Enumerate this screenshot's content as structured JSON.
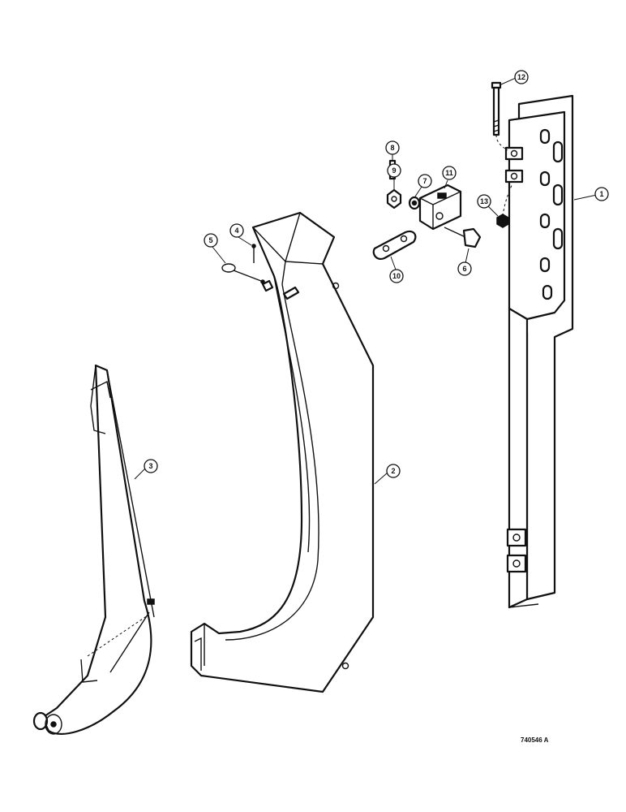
{
  "diagram": {
    "callouts": [
      {
        "id": "1",
        "label": "1"
      },
      {
        "id": "2",
        "label": "2"
      },
      {
        "id": "3",
        "label": "3"
      },
      {
        "id": "4",
        "label": "4"
      },
      {
        "id": "5",
        "label": "5"
      },
      {
        "id": "6",
        "label": "6"
      },
      {
        "id": "7",
        "label": "7"
      },
      {
        "id": "8",
        "label": "8"
      },
      {
        "id": "9",
        "label": "9"
      },
      {
        "id": "10",
        "label": "10"
      },
      {
        "id": "11",
        "label": "11"
      },
      {
        "id": "12",
        "label": "12"
      },
      {
        "id": "13",
        "label": "13"
      }
    ],
    "reference_number": "740546 A"
  }
}
